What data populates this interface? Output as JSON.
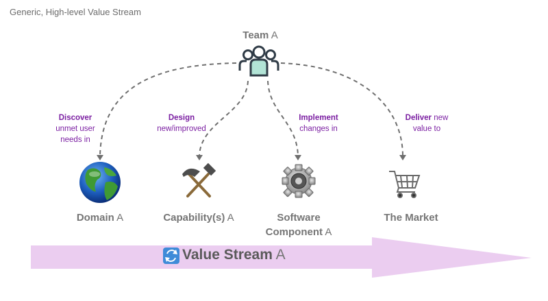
{
  "caption": "Generic, High-level Value Stream",
  "team": {
    "name": "Team",
    "suffix": "A"
  },
  "actions": [
    {
      "verb": "Discover",
      "rest1": "unmet user",
      "rest2": "needs in"
    },
    {
      "verb": "Design",
      "rest1": "new/improved"
    },
    {
      "verb": "Implement",
      "rest1": "changes in"
    },
    {
      "verb": "Deliver",
      "verb_suffix": "new",
      "rest1": "value to"
    }
  ],
  "entities": [
    {
      "name": "Domain",
      "suffix": "A",
      "icon": "globe-icon"
    },
    {
      "name": "Capability(s)",
      "suffix": "A",
      "icon": "hammer-pick-icon"
    },
    {
      "name_line1": "Software",
      "name_line2": "Component",
      "suffix": "A",
      "icon": "gear-icon"
    },
    {
      "name": "The Market",
      "icon": "shopping-cart-icon"
    }
  ],
  "stream": {
    "name": "Value Stream",
    "suffix": "A",
    "icon": "refresh-icon"
  },
  "colors": {
    "action_text": "#7b1fa2",
    "arrow_band": "#ebcdf0",
    "team_fill": "#b2e4d6",
    "dashed_line": "#6e6e6e"
  }
}
